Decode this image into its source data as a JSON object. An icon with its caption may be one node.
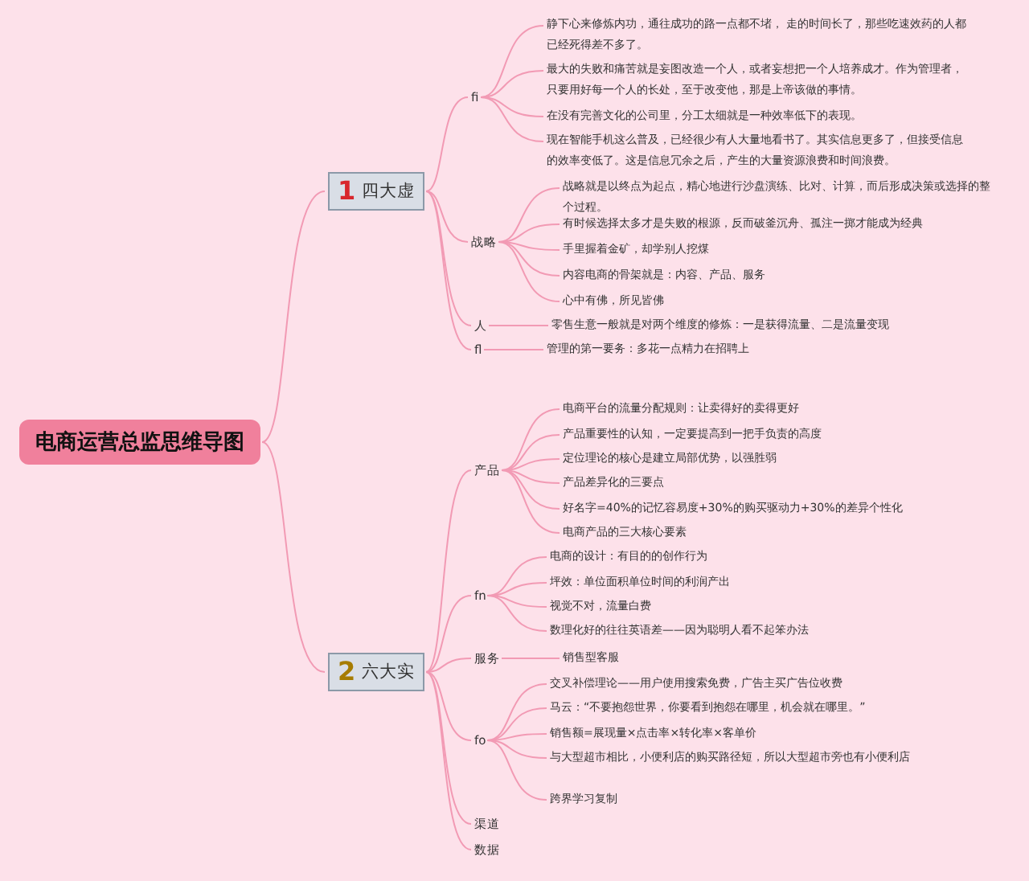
{
  "diagram": {
    "nodes": [
      {
        "text": [
          "电商运营总监思维导图"
        ]
      },
      {
        "text": [
          "1",
          "四大虚"
        ]
      },
      {
        "text": [
          "fi"
        ]
      },
      {
        "text": [
          "静下心来修炼内功，通往成功的路一点都不堵， 走的时间长了，那些吃速效药的人都已经死得差不多了。"
        ]
      },
      {
        "text": [
          "最大的失败和痛苦就是妄图改造一个人，或者妄想把一个人培养成才。作为管理者，只要用好每一个人的长处，至于改变他，那是上帝该做的事情。"
        ]
      },
      {
        "text": [
          "在没有完善文化的公司里，分工太细就是一种效率低下的表现。"
        ]
      },
      {
        "text": [
          "现在智能手机这么普及，已经很少有人大量地看书了。其实信息更多了，但接受信息的效率变低了。这是信息冗余之后，产生的大量资源浪费和时间浪费。"
        ]
      },
      {
        "text": [
          "战略"
        ]
      },
      {
        "text": [
          "战略就是以终点为起点，精心地进行沙盘演练、比对、计算，而后形成决策或选择的整个过程。"
        ]
      },
      {
        "text": [
          "有时候选择太多才是失败的根源，反而破釜沉舟、孤注一掷才能成为经典"
        ]
      },
      {
        "text": [
          "手里握着金矿，却学别人挖煤"
        ]
      },
      {
        "text": [
          "内容电商的骨架就是：内容、产品、服务"
        ]
      },
      {
        "text": [
          "心中有佛，所见皆佛"
        ]
      },
      {
        "text": [
          "人"
        ]
      },
      {
        "text": [
          "零售生意一般就是对两个维度的修炼：一是获得流量、二是流量变现"
        ]
      },
      {
        "text": [
          "fl"
        ]
      },
      {
        "text": [
          "管理的第一要务：多花一点精力在招聘上"
        ]
      },
      {
        "text": [
          "2",
          "六大实"
        ]
      },
      {
        "text": [
          "产品"
        ]
      },
      {
        "text": [
          "电商平台的流量分配规则：让卖得好的卖得更好"
        ]
      },
      {
        "text": [
          "产品重要性的认知，一定要提高到一把手负责的高度"
        ]
      },
      {
        "text": [
          "定位理论的核心是建立局部优势，以强胜弱"
        ]
      },
      {
        "text": [
          "产品差异化的三要点"
        ]
      },
      {
        "text": [
          "好名字=40%的记忆容易度+30%的购买驱动力+30%的差异个性化"
        ]
      },
      {
        "text": [
          "电商产品的三大核心要素"
        ]
      },
      {
        "text": [
          "fn"
        ]
      },
      {
        "text": [
          "电商的设计：有目的的创作行为"
        ]
      },
      {
        "text": [
          "坪效：单位面积单位时间的利润产出"
        ]
      },
      {
        "text": [
          "视觉不对，流量白费"
        ]
      },
      {
        "text": [
          "数理化好的往往英语差——因为聪明人看不起笨办法"
        ]
      },
      {
        "text": [
          "服务"
        ]
      },
      {
        "text": [
          "销售型客服"
        ]
      },
      {
        "text": [
          "fo"
        ]
      },
      {
        "text": [
          "交叉补偿理论——用户使用搜索免费，广告主买广告位收费"
        ]
      },
      {
        "text": [
          "马云：“不要抱怨世界，你要看到抱怨在哪里，机会就在哪里。”"
        ]
      },
      {
        "text": [
          "销售额=展现量×点击率×转化率×客单价"
        ]
      },
      {
        "text": [
          "与大型超市相比，小便利店的购买路径短，所以大型超市旁也有小便利店"
        ]
      },
      {
        "text": [
          "跨界学习复制"
        ]
      },
      {
        "text": [
          "渠道"
        ]
      },
      {
        "text": [
          "数据"
        ]
      }
    ],
    "edges": [
      {
        "from": 0,
        "to": 1,
        "arrow": "none"
      },
      {
        "from": 0,
        "to": 17,
        "arrow": "none"
      },
      {
        "from": 1,
        "to": 2,
        "arrow": "none"
      },
      {
        "from": 1,
        "to": 7,
        "arrow": "none"
      },
      {
        "from": 1,
        "to": 13,
        "arrow": "none"
      },
      {
        "from": 1,
        "to": 15,
        "arrow": "none"
      },
      {
        "from": 2,
        "to": 3,
        "arrow": "none"
      },
      {
        "from": 2,
        "to": 4,
        "arrow": "none"
      },
      {
        "from": 2,
        "to": 5,
        "arrow": "none"
      },
      {
        "from": 2,
        "to": 6,
        "arrow": "none"
      },
      {
        "from": 7,
        "to": 8,
        "arrow": "none"
      },
      {
        "from": 7,
        "to": 9,
        "arrow": "none"
      },
      {
        "from": 7,
        "to": 10,
        "arrow": "none"
      },
      {
        "from": 7,
        "to": 11,
        "arrow": "none"
      },
      {
        "from": 7,
        "to": 12,
        "arrow": "none"
      },
      {
        "from": 13,
        "to": 14,
        "arrow": "none"
      },
      {
        "from": 15,
        "to": 16,
        "arrow": "none"
      },
      {
        "from": 17,
        "to": 18,
        "arrow": "none"
      },
      {
        "from": 17,
        "to": 25,
        "arrow": "none"
      },
      {
        "from": 17,
        "to": 30,
        "arrow": "none"
      },
      {
        "from": 17,
        "to": 32,
        "arrow": "none"
      },
      {
        "from": 17,
        "to": 38,
        "arrow": "none"
      },
      {
        "from": 17,
        "to": 39,
        "arrow": "none"
      },
      {
        "from": 18,
        "to": 19,
        "arrow": "none"
      },
      {
        "from": 18,
        "to": 20,
        "arrow": "none"
      },
      {
        "from": 18,
        "to": 21,
        "arrow": "none"
      },
      {
        "from": 18,
        "to": 22,
        "arrow": "none"
      },
      {
        "from": 18,
        "to": 23,
        "arrow": "none"
      },
      {
        "from": 18,
        "to": 24,
        "arrow": "none"
      },
      {
        "from": 25,
        "to": 26,
        "arrow": "none"
      },
      {
        "from": 25,
        "to": 27,
        "arrow": "none"
      },
      {
        "from": 25,
        "to": 28,
        "arrow": "none"
      },
      {
        "from": 25,
        "to": 29,
        "arrow": "none"
      },
      {
        "from": 30,
        "to": 31,
        "arrow": "none"
      },
      {
        "from": 32,
        "to": 33,
        "arrow": "none"
      },
      {
        "from": 32,
        "to": 34,
        "arrow": "none"
      },
      {
        "from": 32,
        "to": 35,
        "arrow": "none"
      },
      {
        "from": 32,
        "to": 36,
        "arrow": "none"
      },
      {
        "from": 32,
        "to": 37,
        "arrow": "none"
      }
    ]
  }
}
